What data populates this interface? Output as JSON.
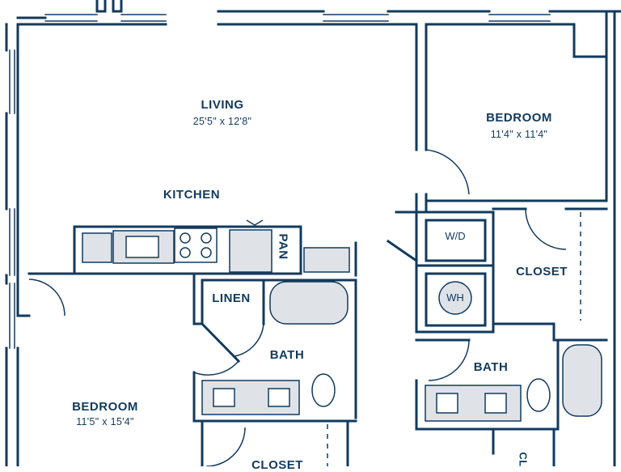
{
  "colors": {
    "wall": "#123a5e",
    "fixture_fill": "#dfe3e8",
    "background": "#ffffff"
  },
  "rooms": {
    "living": {
      "name": "LIVING",
      "dims": "25'5\" x 12'8\""
    },
    "kitchen": {
      "name": "KITCHEN"
    },
    "bedroom_1": {
      "name": "BEDROOM",
      "dims": "11'4\" x 11'4\""
    },
    "bedroom_2": {
      "name": "BEDROOM",
      "dims": "11'5\" x 15'4\""
    },
    "closet_1": {
      "name": "CLOSET"
    },
    "closet_2": {
      "name": "CLOSET"
    },
    "closet_3": {
      "name": "CL"
    },
    "bath_1": {
      "name": "BATH"
    },
    "bath_2": {
      "name": "BATH"
    },
    "linen": {
      "name": "LINEN"
    },
    "pantry": {
      "name": "PAN"
    },
    "washer_dryer": {
      "name": "W/D"
    },
    "water_heater": {
      "name": "WH"
    }
  }
}
